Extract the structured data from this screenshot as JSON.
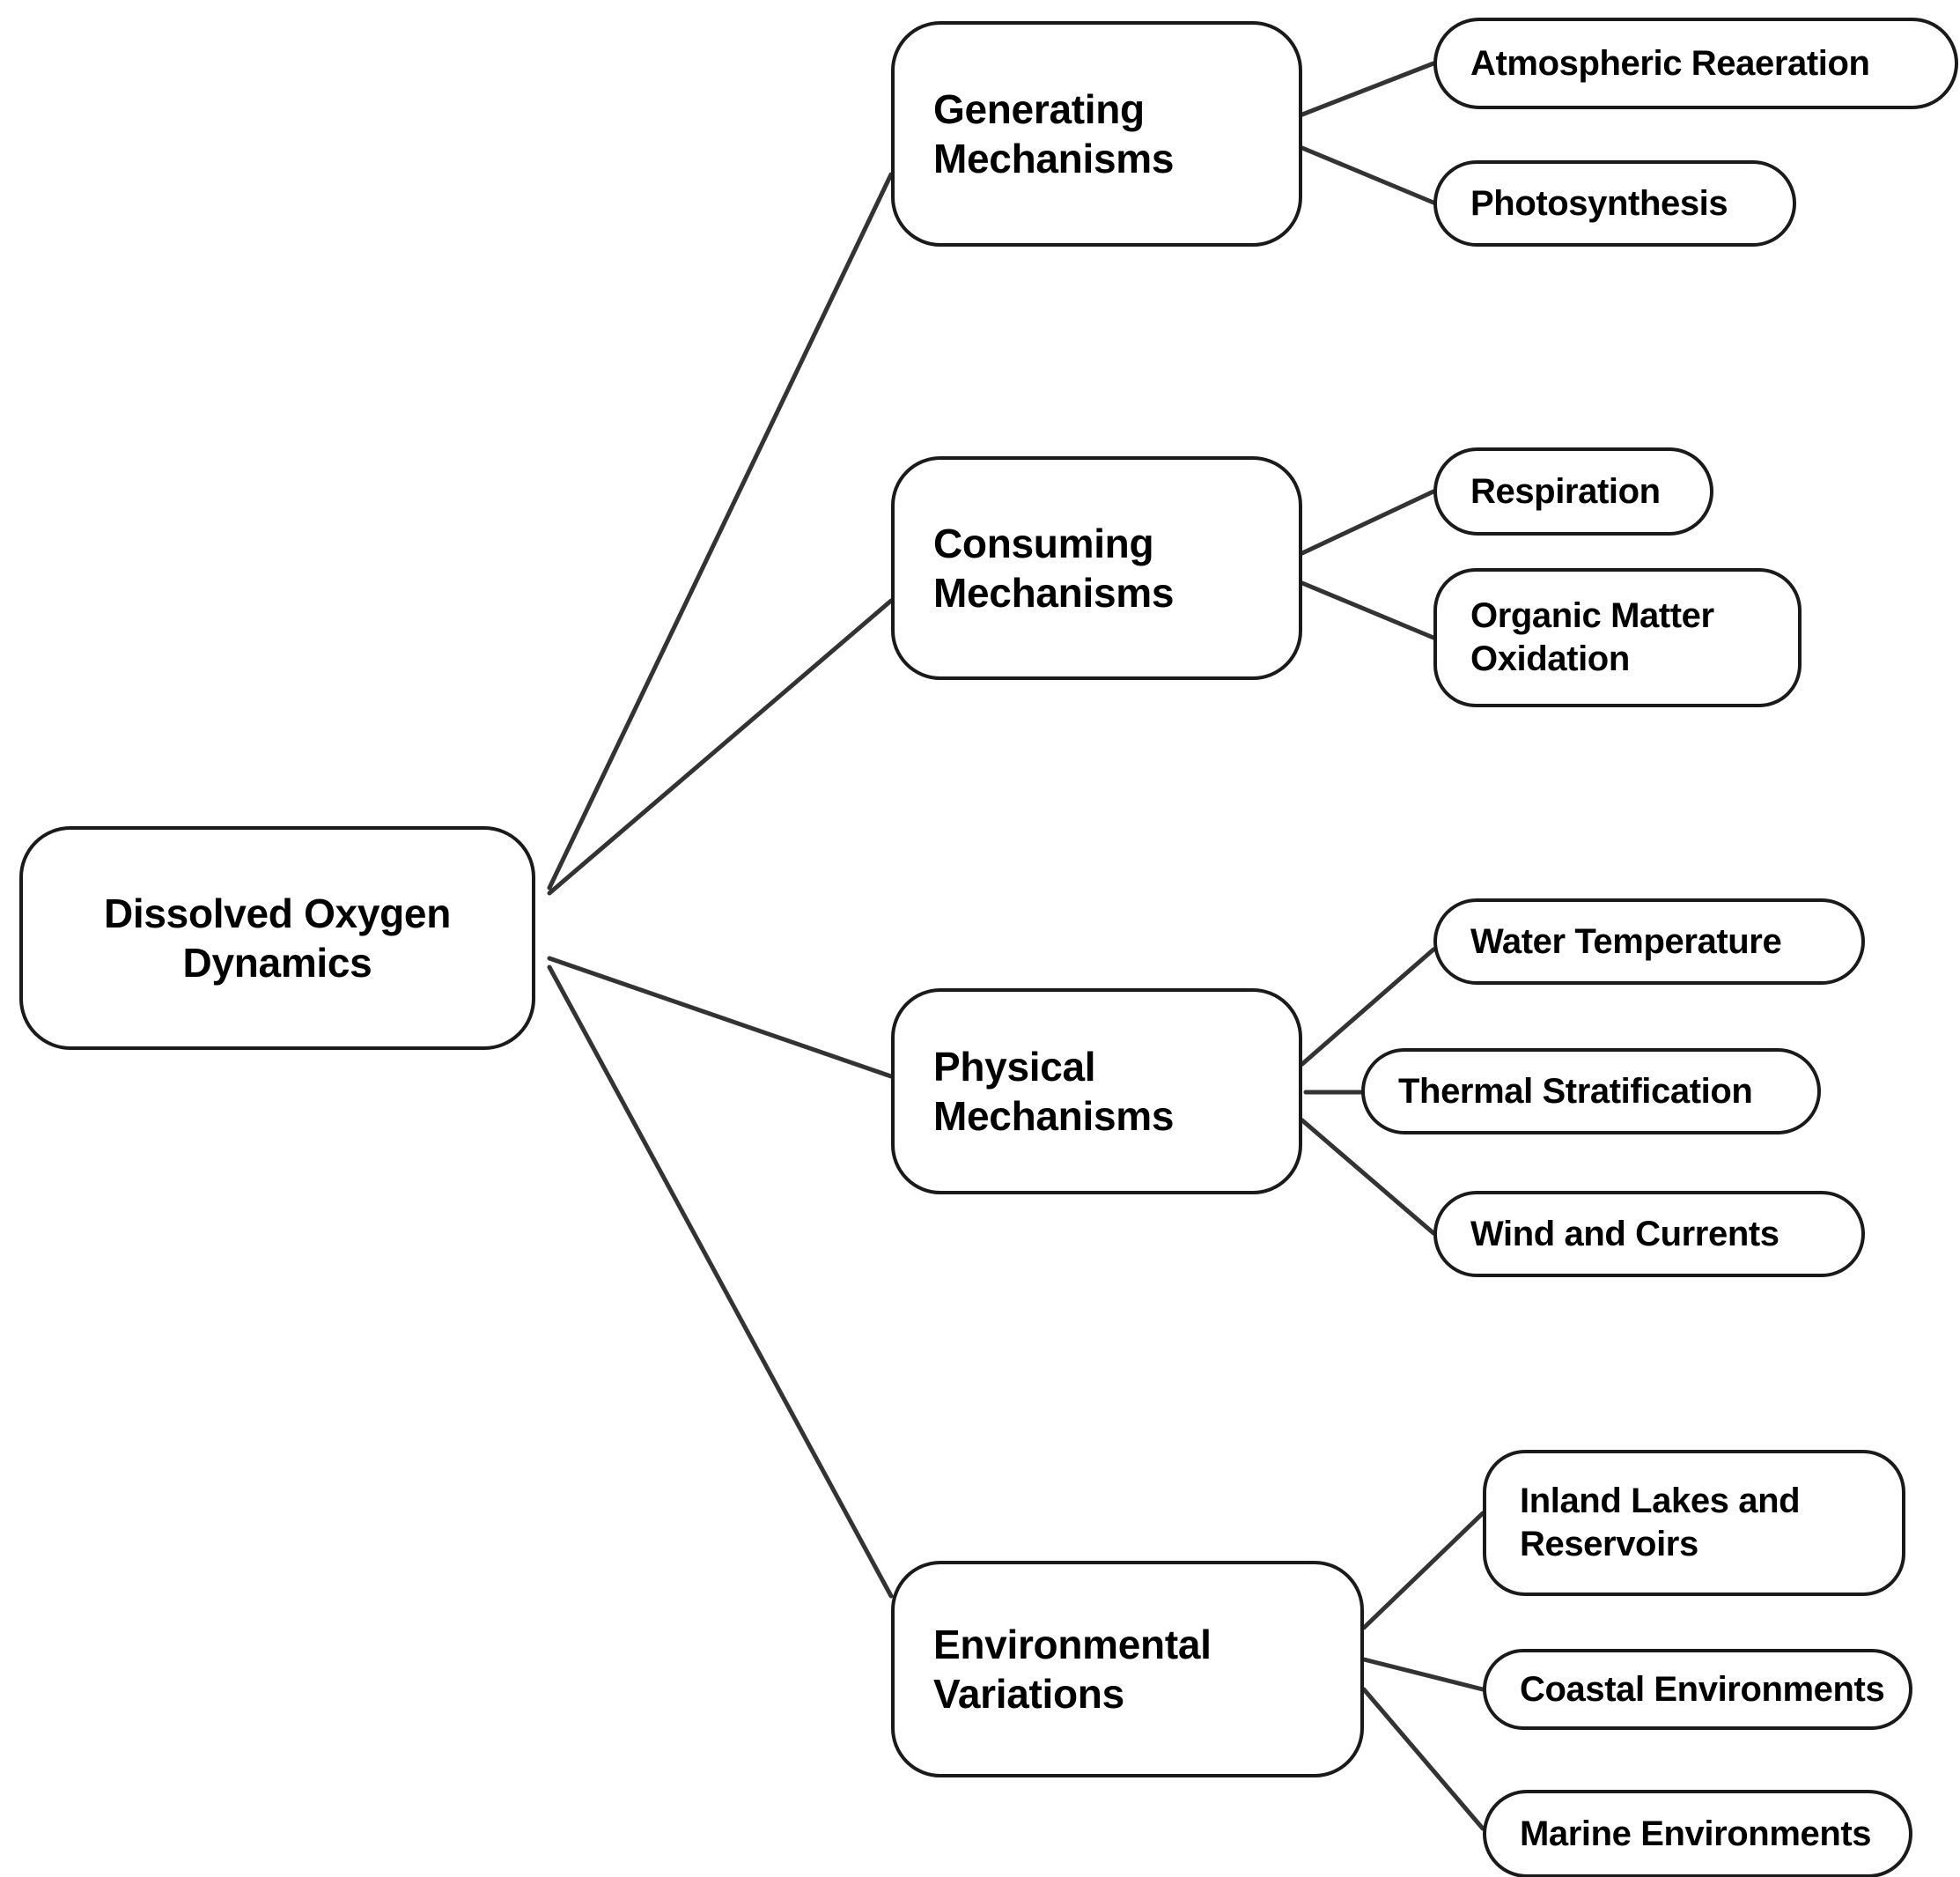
{
  "diagram": {
    "type": "mind-map",
    "orientation": "left-to-right",
    "background_color": "#ffffff",
    "node_border_color": "#1a1a1a",
    "node_fill_color": "#ffffff",
    "text_color": "#000000",
    "connector_color": "#333333",
    "root": {
      "id": "root",
      "label": "Dissolved Oxygen\nDynamics"
    },
    "branches": [
      {
        "id": "generating-mechanisms",
        "label": "Generating\nMechanisms",
        "children": [
          {
            "id": "atmospheric-reaeration",
            "label": "Atmospheric Reaeration"
          },
          {
            "id": "photosynthesis",
            "label": "Photosynthesis"
          }
        ]
      },
      {
        "id": "consuming-mechanisms",
        "label": "Consuming\nMechanisms",
        "children": [
          {
            "id": "respiration",
            "label": "Respiration"
          },
          {
            "id": "organic-matter-oxidation",
            "label": "Organic Matter\nOxidation"
          }
        ]
      },
      {
        "id": "physical-mechanisms",
        "label": "Physical\nMechanisms",
        "children": [
          {
            "id": "water-temperature",
            "label": "Water Temperature"
          },
          {
            "id": "thermal-stratification",
            "label": "Thermal Stratification"
          },
          {
            "id": "wind-and-currents",
            "label": "Wind and Currents"
          }
        ]
      },
      {
        "id": "environmental-variations",
        "label": "Environmental\nVariations",
        "children": [
          {
            "id": "inland-lakes-and-reservoirs",
            "label": "Inland Lakes and\nReservoirs"
          },
          {
            "id": "coastal-environments",
            "label": "Coastal Environments"
          },
          {
            "id": "marine-environments",
            "label": "Marine Environments"
          }
        ]
      }
    ]
  }
}
